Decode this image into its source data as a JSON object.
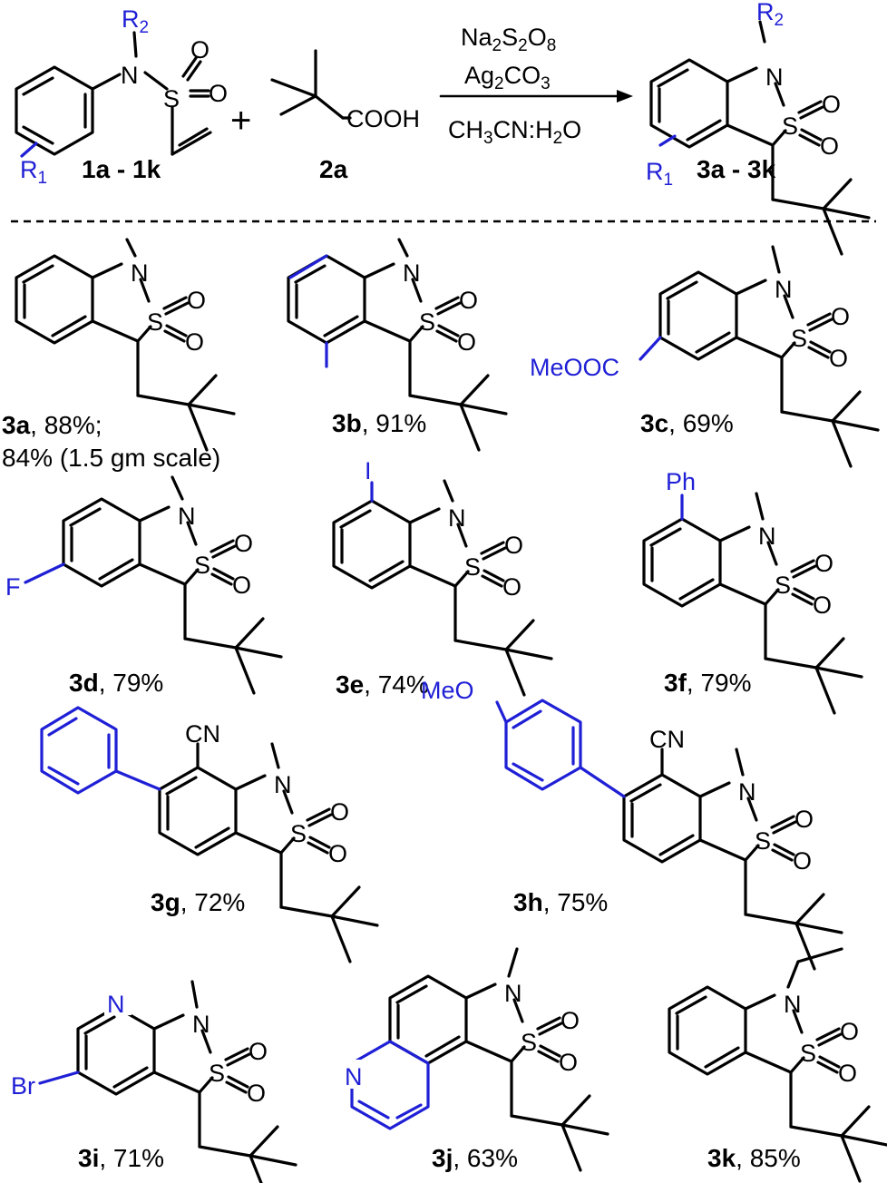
{
  "scheme": {
    "reactant_1": {
      "label": "1a - 1k",
      "substituent_N": {
        "main": "R",
        "sub": "2"
      },
      "substituent_ring": {
        "main": "R",
        "sub": "1"
      },
      "atoms": {
        "N": "N",
        "S": "S",
        "O1": "O",
        "O2": "O"
      }
    },
    "plus_sign": "+",
    "reactant_2": {
      "label": "2a",
      "group": "COOH"
    },
    "conditions": {
      "oxidant": [
        "Na",
        "2",
        "S",
        "2",
        "O",
        "8"
      ],
      "catalyst": [
        "Ag",
        "2",
        "CO",
        "3"
      ],
      "solvent": [
        "CH",
        "3",
        "CN:H",
        "2",
        "O"
      ]
    },
    "product": {
      "label": "3a - 3k",
      "substituent_N": {
        "main": "R",
        "sub": "2"
      },
      "substituent_ring": {
        "main": "R",
        "sub": "1"
      },
      "atoms": {
        "N": "N",
        "S": "S",
        "O1": "O",
        "O2": "O"
      }
    }
  },
  "compounds": [
    {
      "id": "3a",
      "yield": ", 88%;",
      "note": "84% (1.5 gm scale)"
    },
    {
      "id": "3b",
      "yield": ", 91%"
    },
    {
      "id": "3c",
      "yield": ", 69%",
      "substituent": "MeOOC"
    },
    {
      "id": "3d",
      "yield": ", 79%",
      "substituent": "F"
    },
    {
      "id": "3e",
      "yield": ", 74%",
      "substituent": "I"
    },
    {
      "id": "3f",
      "yield": ", 79%",
      "substituent": "Ph"
    },
    {
      "id": "3g",
      "yield": ", 72%",
      "group": "CN"
    },
    {
      "id": "3h",
      "yield": ", 75%",
      "group": "CN",
      "substituent": "MeO"
    },
    {
      "id": "3i",
      "yield": ", 71%",
      "substituent": "Br",
      "hetero": "N"
    },
    {
      "id": "3j",
      "yield": ", 63%",
      "hetero": "N"
    },
    {
      "id": "3k",
      "yield": ", 85%"
    }
  ],
  "atom_labels": {
    "N": "N",
    "S": "S",
    "O": "O"
  },
  "colors": {
    "bond": "#000000",
    "substituent": "#1f1fd6"
  }
}
